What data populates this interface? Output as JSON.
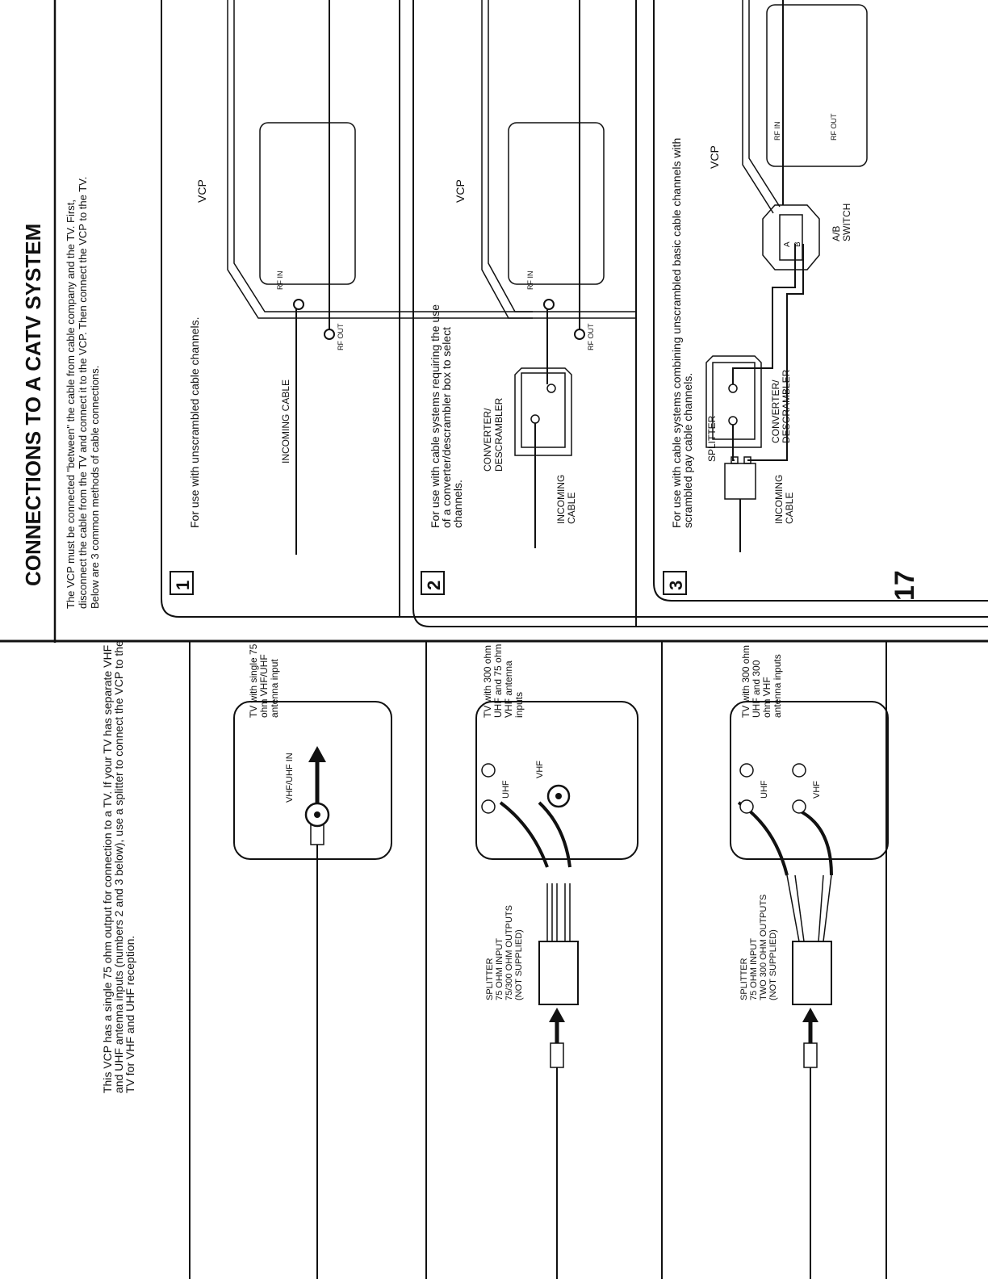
{
  "page": {
    "title": "CONNECTIONS TO A CATV SYSTEM",
    "page_number": "17",
    "intro_lines": [
      "The VCP must be connected \"between\" the cable from cable company and the TV. First,",
      "disconnect the cable from the TV and connect it to the VCP. Then connect the VCP to the TV.",
      "Below are 3 common methods of cable connections."
    ],
    "methods": [
      {
        "number": "1",
        "desc_lines": [
          "For use with unscrambled cable channels."
        ],
        "labels": {
          "cable": "INCOMING CABLE",
          "vcp": "VCP",
          "rf_in": "RF IN",
          "rf_out": "RF OUT"
        }
      },
      {
        "number": "2",
        "desc_lines": [
          "For use with cable systems requiring the use",
          "of a converter/descrambler box to select",
          "channels."
        ],
        "labels": {
          "cable_1": "INCOMING",
          "cable_2": "CABLE",
          "conv_1": "CONVERTER/",
          "conv_2": "DESCRAMBLER",
          "vcp": "VCP",
          "rf_in": "RF IN",
          "rf_out": "RF OUT"
        }
      },
      {
        "number": "3",
        "desc_lines": [
          "For use with cable systems combining unscrambled basic cable channels with",
          "scrambled pay cable channels."
        ],
        "labels": {
          "splitter": "SPLITTER",
          "cable_1": "INCOMING",
          "cable_2": "CABLE",
          "conv_1": "CONVERTER/",
          "conv_2": "DESCRAMBLER",
          "ab_1": "A/B",
          "ab_2": "SWITCH",
          "ab_a": "A",
          "ab_b": "B",
          "vcp": "VCP",
          "rf_in": "RF IN",
          "rf_out": "RF OUT"
        }
      }
    ]
  },
  "left_page": {
    "intro_lines": [
      "This VCP has a single 75 ohm output for connection to a TV. If your TV has separate VHF",
      "and UHF antenna inputs (numbers 2 and 3 below), use a splitter to connect the VCP to the",
      "TV for VHF and UHF reception."
    ],
    "rows": [
      {
        "jack_label": "VHF/UHF IN",
        "desc_lines": [
          "TV with single 75",
          "ohm VHF/UHF",
          "antenna input"
        ]
      },
      {
        "splitter_lines": [
          "SPLITTER",
          "75 OHM INPUT",
          "75/300 OHM OUTPUTS",
          "(NOT SUPPLIED)"
        ],
        "uhf": "UHF",
        "vhf": "VHF",
        "desc_lines": [
          "TV with 300 ohm",
          "UHF and 75 ohm",
          "VHF antenna",
          "inputs"
        ]
      },
      {
        "splitter_lines": [
          "SPLITTER",
          "75 OHM INPUT",
          "TWO 300 OHM OUTPUTS",
          "(NOT SUPPLIED)"
        ],
        "uhf": "UHF",
        "vhf": "VHF",
        "desc_lines": [
          "TV with 300 ohm",
          "UHF and 300",
          "ohm VHF",
          "antenna inputs"
        ]
      }
    ]
  }
}
